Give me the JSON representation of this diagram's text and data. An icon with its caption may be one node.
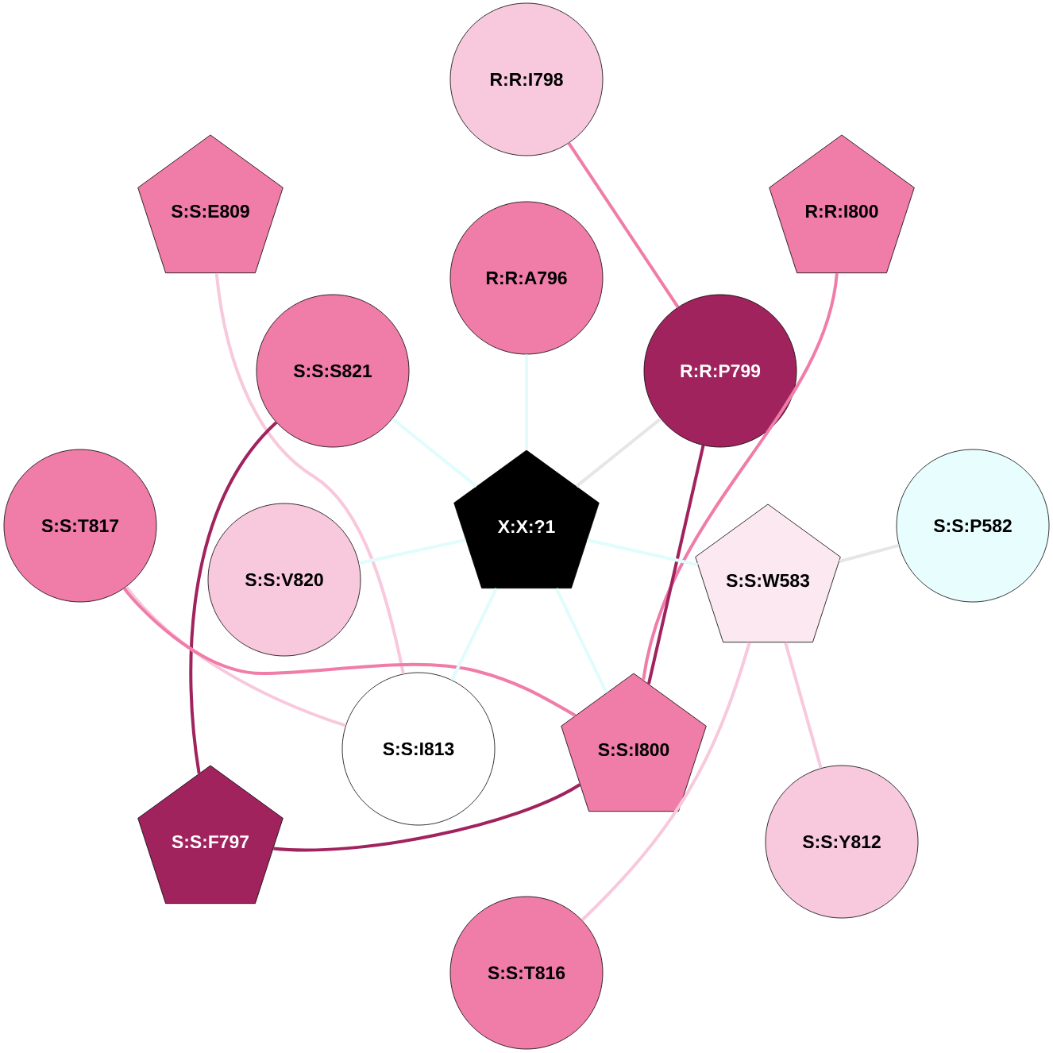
{
  "diagram": {
    "nodes": [
      {
        "text": [
          "R:R:I798"
        ]
      },
      {
        "text": [
          "S:S:E809"
        ]
      },
      {
        "text": [
          "R:R:I800"
        ]
      },
      {
        "text": [
          "R:R:A796"
        ]
      },
      {
        "text": [
          "S:S:S821"
        ]
      },
      {
        "text": [
          "R:R:P799"
        ]
      },
      {
        "text": [
          "S:S:T817"
        ]
      },
      {
        "text": [
          "X:X:?1"
        ]
      },
      {
        "text": [
          "S:S:P582"
        ]
      },
      {
        "text": [
          "S:S:V820"
        ]
      },
      {
        "text": [
          "S:S:W583"
        ]
      },
      {
        "text": [
          "S:S:I813"
        ]
      },
      {
        "text": [
          "S:S:I800"
        ]
      },
      {
        "text": [
          "S:S:F797"
        ]
      },
      {
        "text": [
          "S:S:Y812"
        ]
      },
      {
        "text": [
          "S:S:T816"
        ]
      }
    ],
    "edges": [
      {
        "from": 0,
        "to": 5,
        "arrow": "none",
        "color": "#f07ca8"
      },
      {
        "from": 1,
        "to": 11,
        "arrow": "none",
        "color": "#f8c8dc"
      },
      {
        "from": 2,
        "to": 12,
        "arrow": "none",
        "color": "#f07ca8"
      },
      {
        "from": 3,
        "to": 7,
        "arrow": "none"
      },
      {
        "from": 4,
        "to": 7,
        "arrow": "none"
      },
      {
        "from": 5,
        "to": 7,
        "arrow": "none",
        "color": "#e6e6e6"
      },
      {
        "from": 5,
        "to": 12,
        "arrow": "none",
        "color": "#a0235e"
      },
      {
        "from": 4,
        "to": 13,
        "arrow": "none",
        "color": "#a0235e"
      },
      {
        "from": 6,
        "to": 11,
        "arrow": "none",
        "color": "#f8c8dc"
      },
      {
        "from": 6,
        "to": 12,
        "arrow": "none",
        "color": "#f07ca8"
      },
      {
        "from": 9,
        "to": 7,
        "arrow": "none"
      },
      {
        "from": 7,
        "to": 10,
        "arrow": "none"
      },
      {
        "from": 7,
        "to": 11,
        "arrow": "none"
      },
      {
        "from": 7,
        "to": 12,
        "arrow": "none"
      },
      {
        "from": 10,
        "to": 8,
        "arrow": "none",
        "color": "#e6e6e6"
      },
      {
        "from": 10,
        "to": 14,
        "arrow": "none",
        "color": "#f8c8dc"
      },
      {
        "from": 10,
        "to": 15,
        "arrow": "none",
        "color": "#f8c8dc"
      },
      {
        "from": 13,
        "to": 12,
        "arrow": "none",
        "color": "#a0235e"
      }
    ]
  }
}
